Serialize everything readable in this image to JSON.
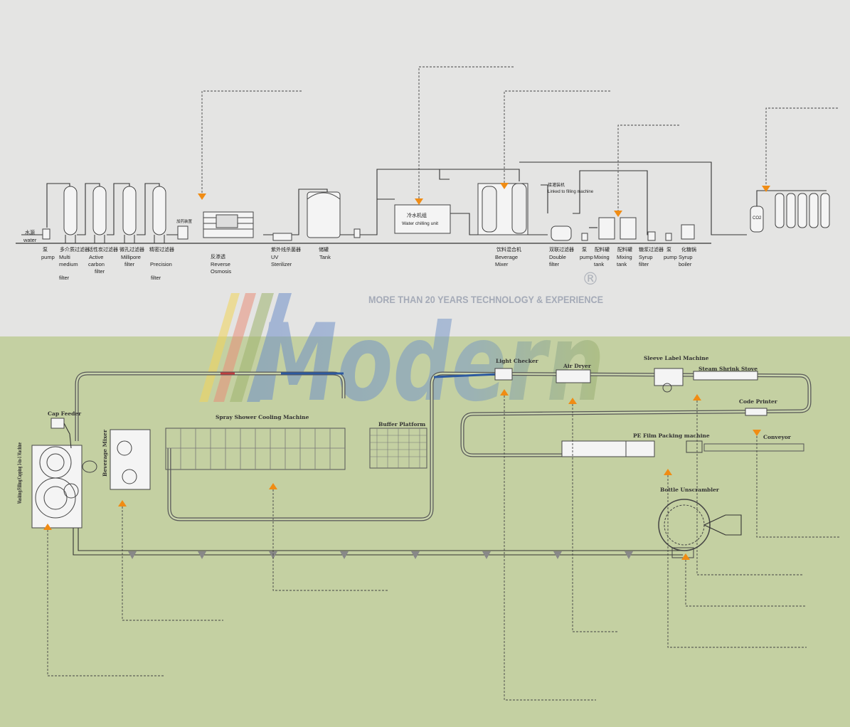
{
  "colors": {
    "top_bg": "#e4e4e3",
    "bottom_bg": "#c4d0a2",
    "arrow": "#f08c14",
    "conveyor_blue": "#2d5aa0",
    "logo_blue": "#6e8fc8",
    "logo_green": "#9fb36e",
    "watermark_text": "#9aa0b0"
  },
  "watermark": {
    "tagline": "MORE THAN 20 YEARS TECHNOLOGY & EXPERIENCE",
    "logo": "Modern",
    "registered": "®"
  },
  "water_treatment": {
    "water_source": [
      "水源",
      "water"
    ],
    "pump": [
      "泵",
      "pump"
    ],
    "multi_filter": [
      "多介质过滤器",
      "Multi",
      "medium",
      "filter"
    ],
    "carbon_filter": [
      "活性炭过滤器",
      "Active",
      "carbon",
      "filter"
    ],
    "millipore_filter": [
      "微孔过滤器",
      "Millipore",
      "filter"
    ],
    "precision_filter": [
      "精密过滤器",
      "Precision",
      "filter"
    ],
    "dosing_device": "加药装置",
    "reverse_osmosis": [
      "反渗透",
      "Reverse",
      "Osmosis"
    ],
    "uv_sterilizer": [
      "紫外线杀菌器",
      "UV",
      "Sterilizer"
    ],
    "tank": [
      "储罐",
      "Tank"
    ],
    "water_chilling": [
      "冷水机组",
      "Water chilling unit"
    ],
    "beverage_mixer": [
      "饮料混合机",
      "Beverage",
      "Mixer"
    ],
    "filling_link": [
      "接灌装机",
      "Linked to filling machine"
    ],
    "double_filter": [
      "双联过滤器",
      "Double",
      "filter"
    ],
    "pump2": [
      "泵",
      "pump"
    ],
    "mixing_tank1": [
      "配料罐",
      "Mixing",
      "tank"
    ],
    "mixing_tank2": [
      "配料罐",
      "Mixing",
      "tank"
    ],
    "syrup_filter": [
      "糖浆过滤器",
      "Syrup",
      "filter"
    ],
    "pump3": [
      "泵",
      "pump"
    ],
    "syrup_boiler": [
      "化糖锅",
      "Syrup",
      "boiler"
    ],
    "co2_bottle": "CO2"
  },
  "filling_line": {
    "cap_feeder": "Cap Feeder",
    "beverage_mixer": "Beverage Mixer",
    "washing_machine": "Washing/Filling/Capping 3-in-1 Machine",
    "spray_cooling": "Spray Shower Cooling Machine",
    "buffer_platform": "Buffer Platform",
    "light_checker": "Light Checker",
    "air_dryer": "Air Dryer",
    "sleeve_label": "Sleeve Label Machine",
    "steam_shrink": "Steam Shrink Stove",
    "code_printer": "Code Printer",
    "pe_film": "PE Film Packing machine",
    "conveyor": "Conveyor",
    "bottle_unscrambler": "Bottle Unscrambler"
  }
}
